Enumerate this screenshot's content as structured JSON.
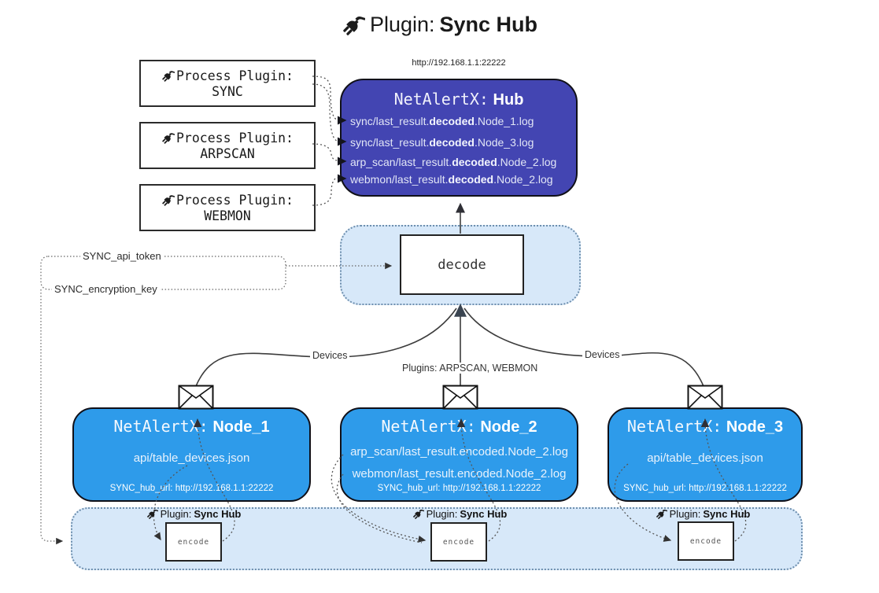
{
  "title": {
    "prefix": "Plugin:",
    "name": "Sync Hub"
  },
  "hub": {
    "url": "http://192.168.1.1:22222",
    "name_prefix": "NetAlertX:",
    "name": "Hub",
    "logs": [
      {
        "pre": "sync/last_result.",
        "bold": "decoded",
        "post": ".Node_1.log"
      },
      {
        "pre": "sync/last_result.",
        "bold": "decoded",
        "post": ".Node_3.log"
      },
      {
        "pre": "arp_scan/last_result.",
        "bold": "decoded",
        "post": ".Node_2.log"
      },
      {
        "pre": "webmon/last_result.",
        "bold": "decoded",
        "post": ".Node_2.log"
      }
    ]
  },
  "process_plugins": [
    {
      "label": "Process Plugin:",
      "name": "SYNC"
    },
    {
      "label": "Process Plugin:",
      "name": "ARPSCAN"
    },
    {
      "label": "Process Plugin:",
      "name": "WEBMON"
    }
  ],
  "decode_label": "decode",
  "config": {
    "api_token": "SYNC_api_token",
    "encryption_key": "SYNC_encryption_key"
  },
  "edge_labels": {
    "devices_left": "Devices",
    "devices_right": "Devices",
    "plugins_mid": "Plugins: ARPSCAN, WEBMON"
  },
  "nodes": [
    {
      "name_prefix": "NetAlertX:",
      "name": "Node_1",
      "files": [
        "api/table_devices.json"
      ],
      "hub_url": "SYNC_hub_url: http://192.168.1.1:22222"
    },
    {
      "name_prefix": "NetAlertX:",
      "name": "Node_2",
      "files": [
        "arp_scan/last_result.encoded.Node_2.log",
        "webmon/last_result.encoded.Node_2.log"
      ],
      "hub_url": "SYNC_hub_url: http://192.168.1.1:22222"
    },
    {
      "name_prefix": "NetAlertX:",
      "name": "Node_3",
      "files": [
        "api/table_devices.json"
      ],
      "hub_url": "SYNC_hub_url: http://192.168.1.1:22222"
    }
  ],
  "encoders": [
    {
      "plugin_prefix": "Plugin:",
      "plugin_name": "Sync Hub",
      "label": "encode"
    },
    {
      "plugin_prefix": "Plugin:",
      "plugin_name": "Sync Hub",
      "label": "encode"
    },
    {
      "plugin_prefix": "Plugin:",
      "plugin_name": "Sync Hub",
      "label": "encode"
    }
  ],
  "colors": {
    "hub_fill": "#4345b2",
    "node_fill": "#2e9bea",
    "band_fill": "#d7e8f9",
    "band_border": "#6e8fae",
    "solid_line": "#3c3c3c",
    "dotted_line": "#555555"
  }
}
